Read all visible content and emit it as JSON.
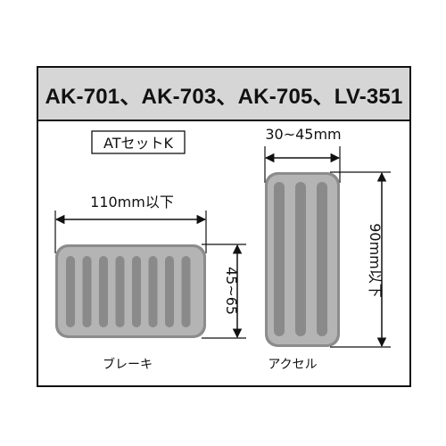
{
  "header": {
    "title": "AK-701、AK-703、AK-705、LV-351"
  },
  "set_label": "ATセットK",
  "brake": {
    "name": "ブレーキ",
    "width_label": "110mm以下",
    "height_label": "45~65"
  },
  "accelerator": {
    "name": "アクセル",
    "width_label": "30~45mm",
    "height_label": "90mm以下"
  },
  "colors": {
    "pedal_outer": "#8c8c8c",
    "pedal_inner": "#b4b4b4",
    "groove": "#8a8a8a",
    "header_bg": "#d6d6d6",
    "line": "#111111"
  }
}
